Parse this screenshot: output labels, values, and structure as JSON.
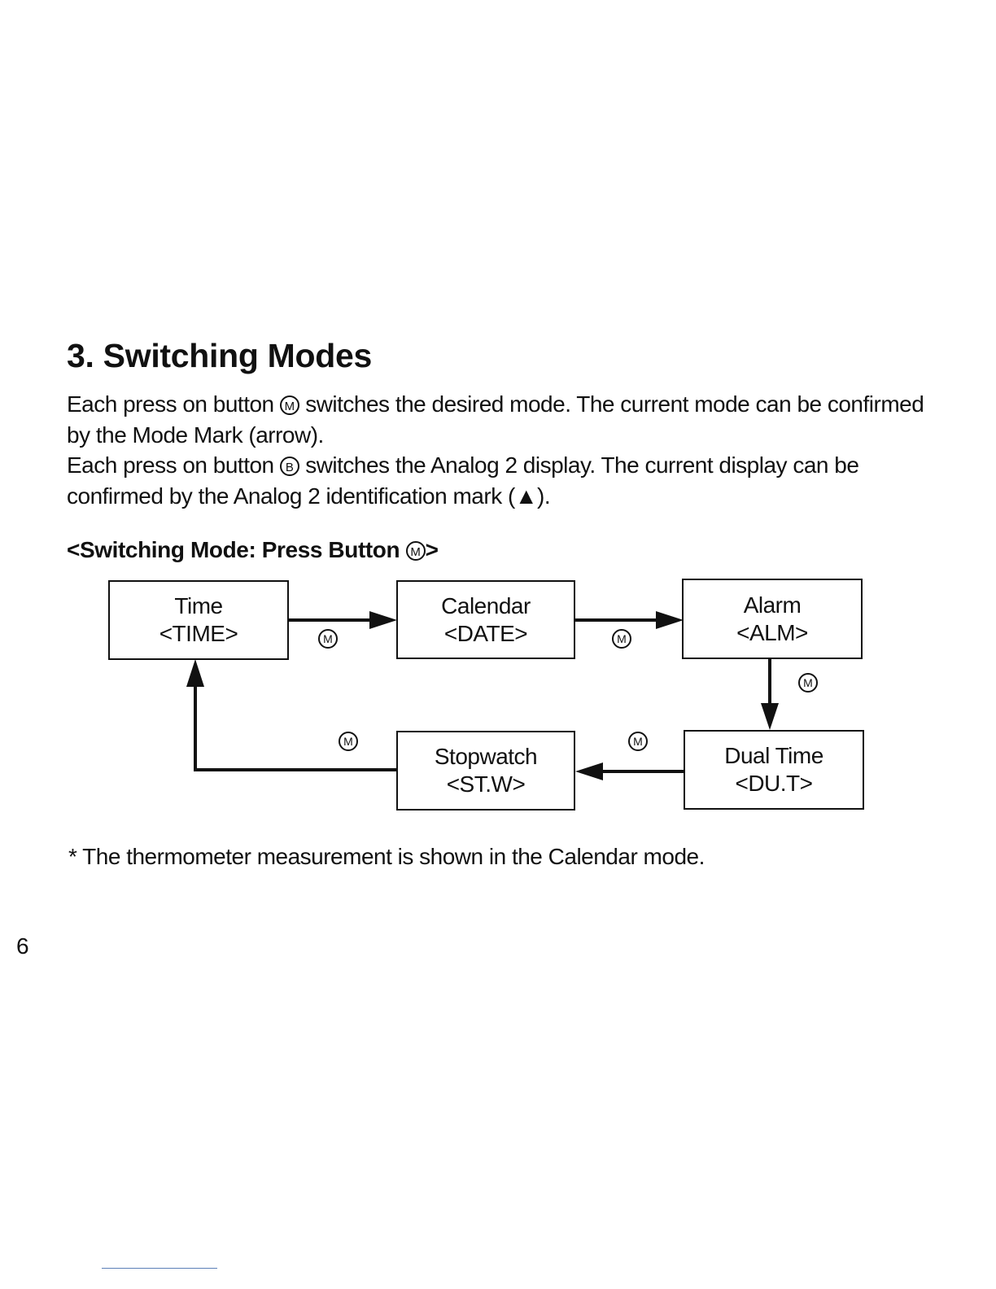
{
  "heading": "3. Switching Modes",
  "paragraph": {
    "line1_before": "Each press on button",
    "line1_after": "switches the desired mode. The current mode can be confirmed by the Mode Mark (arrow).",
    "line2_before": "Each press on button",
    "line2_after": "switches the Analog 2 display. The current display can be confirmed by the Analog 2 identification mark (",
    "triangle_mark": "▲",
    "line2_end": ")."
  },
  "buttons": {
    "mode": "M",
    "b": "B"
  },
  "subheading": {
    "before": "<Switching Mode: Press Button",
    "after": ">"
  },
  "diagram": {
    "modes": [
      {
        "name": "Time",
        "code": "<TIME>"
      },
      {
        "name": "Calendar",
        "code": "<DATE>"
      },
      {
        "name": "Alarm",
        "code": "<ALM>"
      },
      {
        "name": "Dual Time",
        "code": "<DU.T>"
      },
      {
        "name": "Stopwatch",
        "code": "<ST.W>"
      }
    ],
    "transition_label": "M"
  },
  "footnote": "* The thermometer measurement is shown in the Calendar mode.",
  "page_number": "6"
}
